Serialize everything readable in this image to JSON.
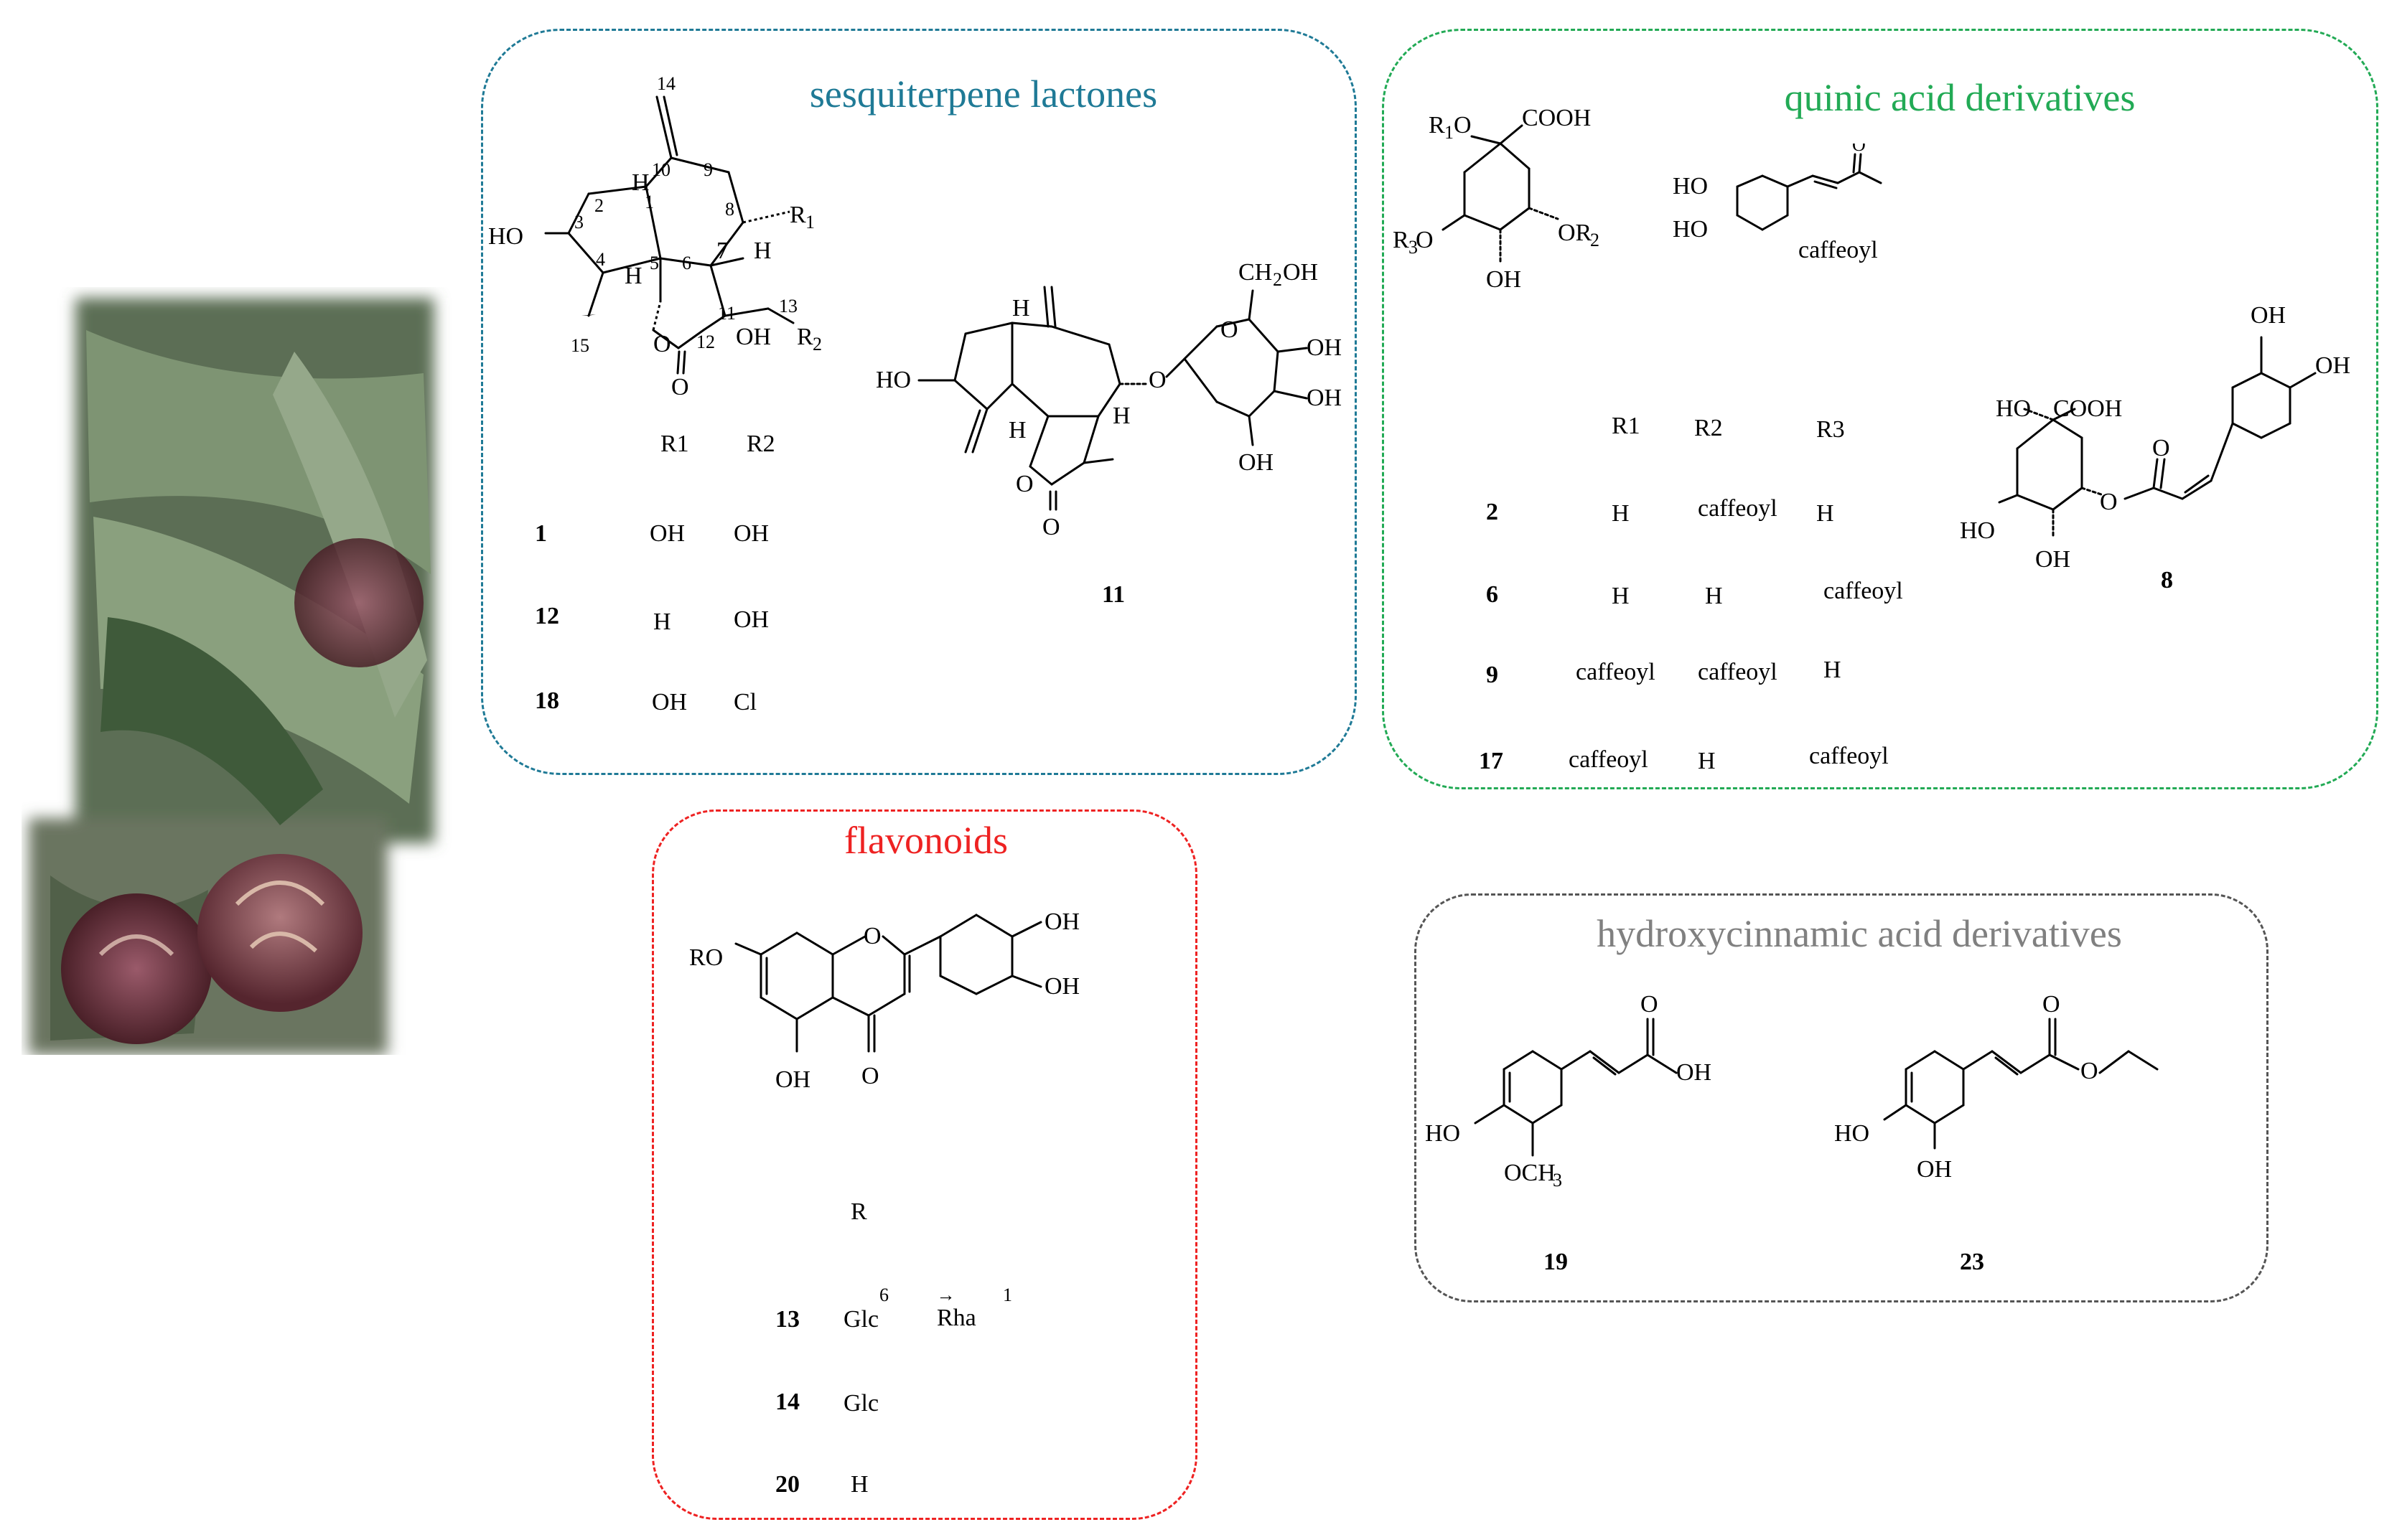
{
  "colors": {
    "sesquiterpene": "#1f7a96",
    "quinic": "#22aa55",
    "flavonoid": "#ee2222",
    "hydroxycinnamic": "#808080"
  },
  "panels": {
    "sesquiterpene": {
      "title": "sesquiterpene lactones",
      "header_r1": "R1",
      "header_r2": "R2",
      "rows": [
        {
          "id": "1",
          "r1": "OH",
          "r2": "OH"
        },
        {
          "id": "12",
          "r1": "H",
          "r2": "OH"
        },
        {
          "id": "18",
          "r1": "OH",
          "r2": "Cl"
        }
      ],
      "compound_11": "11"
    },
    "quinic": {
      "title": "quinic acid derivatives",
      "caffeoyl_label": "caffeoyl",
      "header_r1": "R1",
      "header_r2": "R2",
      "header_r3": "R3",
      "rows": [
        {
          "id": "2",
          "r1": "H",
          "r2": "caffeoyl",
          "r3": "H"
        },
        {
          "id": "6",
          "r1": "H",
          "r2": "H",
          "r3": "caffeoyl"
        },
        {
          "id": "9",
          "r1": "caffeoyl",
          "r2": "caffeoyl",
          "r3": "H"
        },
        {
          "id": "17",
          "r1": "caffeoyl",
          "r2": "H",
          "r3": "caffeoyl"
        }
      ],
      "compound_8": "8"
    },
    "flavonoid": {
      "title": "flavonoids",
      "header_r": "R",
      "rows": [
        {
          "id": "13",
          "r": "Glc",
          "link": "6 → 1",
          "r_end": "Rha"
        },
        {
          "id": "14",
          "r": "Glc"
        },
        {
          "id": "20",
          "r": "H"
        }
      ]
    },
    "hydroxycinnamic": {
      "title": "hydroxycinnamic acid derivatives",
      "compounds": [
        "19",
        "23"
      ]
    }
  }
}
